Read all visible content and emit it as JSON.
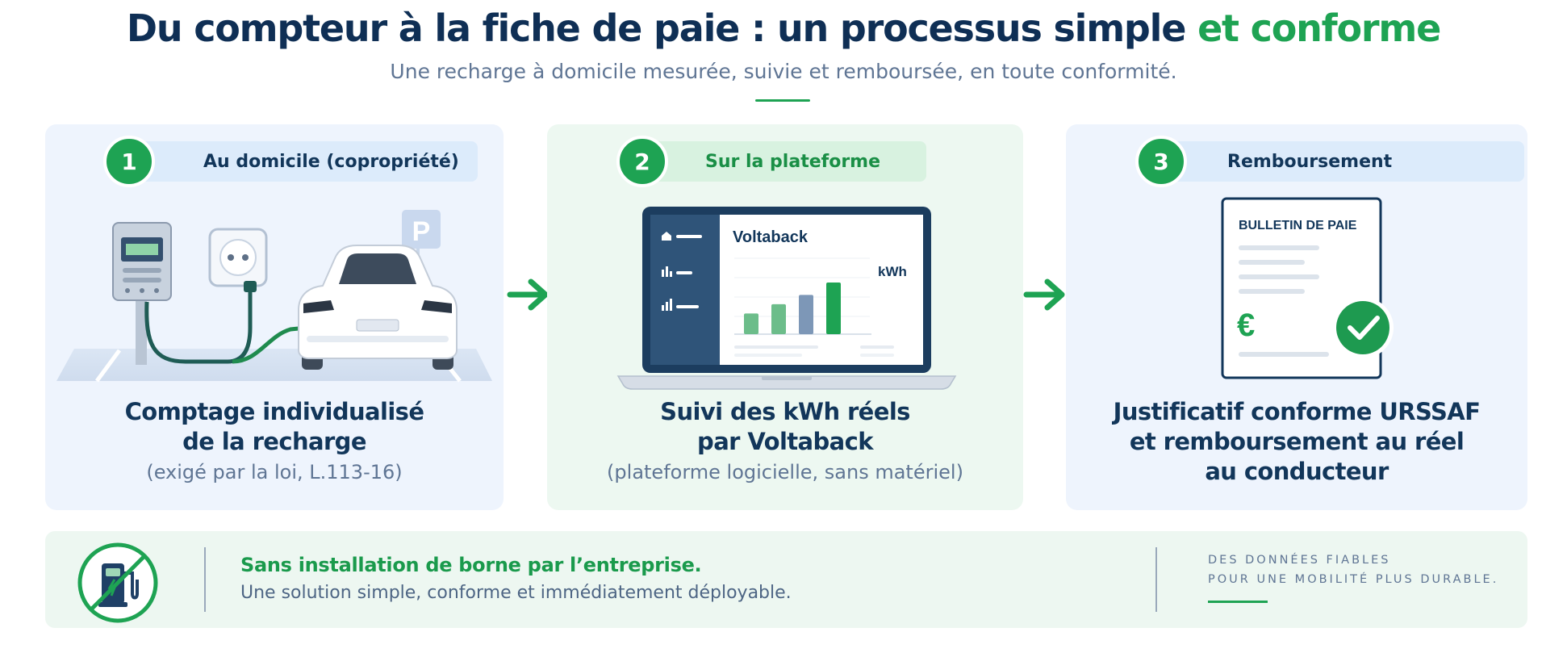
{
  "header": {
    "title_main": "Du compteur à la fiche de paie : un processus simple",
    "title_accent": "et conforme",
    "subtitle": "Une recharge à domicile mesurée, suivie et remboursée, en toute conformité."
  },
  "steps": [
    {
      "number": "1",
      "label": "Au domicile (copropriété)",
      "lines": [
        "Comptage individualisé",
        "de la recharge"
      ],
      "note": "(exigé par la loi, L.113-16)",
      "parking_sign": "P"
    },
    {
      "number": "2",
      "label": "Sur la plateforme",
      "lines": [
        "Suivi des kWh réels",
        "par Voltaback"
      ],
      "note": "(plateforme logicielle, sans matériel)",
      "app_title": "Voltaback",
      "unit": "kWh",
      "chart_values": [
        1.0,
        1.45,
        1.9,
        2.5
      ]
    },
    {
      "number": "3",
      "label": "Remboursement",
      "lines": [
        "Justificatif conforme URSSAF",
        "et remboursement au réel",
        "au conducteur"
      ],
      "payslip_title": "BULLETIN DE PAIE",
      "currency": "€"
    }
  ],
  "footer": {
    "title": "Sans installation de borne par l’entreprise.",
    "subtitle": "Une solution simple, conforme et immédiatement déployable.",
    "tagline": [
      "DES DONNÉES FIABLES",
      "POUR UNE MOBILITÉ PLUS DURABLE."
    ]
  },
  "colors": {
    "navy": "#12365a",
    "green": "#1ea353",
    "muted": "#5f7594",
    "card_blue": "#eef4fd",
    "card_green": "#edf8f1",
    "bar_green": "#6cbd8a",
    "bar_blue": "#7d97b7",
    "bar_accent": "#1ea353"
  }
}
